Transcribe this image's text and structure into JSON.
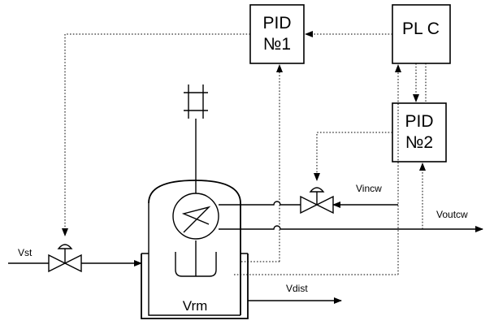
{
  "controllers": {
    "pid1": {
      "line1": "PID",
      "line2": "№1"
    },
    "pid2": {
      "line1": "PID",
      "line2": "№2"
    },
    "plc": {
      "label": "PL C"
    }
  },
  "flows": {
    "steam_in": "Vst",
    "cooling_water_in": "Vincw",
    "cooling_water_out": "Voutcw",
    "distillate": "Vdist"
  },
  "reactor": {
    "label": "Vrm"
  }
}
